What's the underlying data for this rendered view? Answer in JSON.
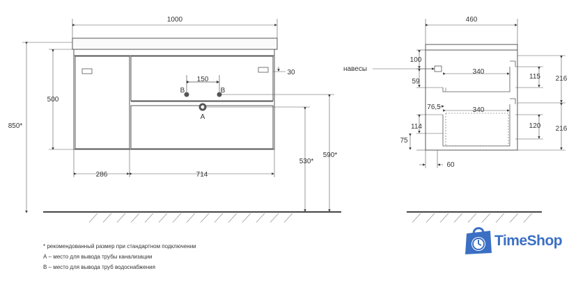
{
  "front_view": {
    "width_total": "1000",
    "height_total": "850*",
    "body_height": "500",
    "left_section_width": "286",
    "right_section_width": "714",
    "pipe_spacing": "150",
    "inlet_left": "B",
    "inlet_right": "B",
    "drain": "A",
    "handle_offset": "30",
    "drain_height": "530*",
    "inlet_height": "590*"
  },
  "side_view": {
    "depth_total": "460",
    "top_offset": "100",
    "hinges_label": "навесы",
    "drawer_depth_top": "340",
    "drawer_depth_bottom": "340",
    "gap_59": "59",
    "gap_76_5": "76,5",
    "gap_114": "114",
    "gap_75": "75",
    "drawer_front_115": "115",
    "drawer_front_120": "120",
    "height_216_top": "216",
    "height_216_bottom": "216",
    "bottom_offset": "60"
  },
  "notes": {
    "star": "* рекомендованный размер при стандартном подключении",
    "a": "А – место для вывода трубы канализации",
    "b": "В – место для вывода труб водоснабжения"
  },
  "logo": {
    "text": "TimeShop",
    "color": "#3b6fc4"
  }
}
